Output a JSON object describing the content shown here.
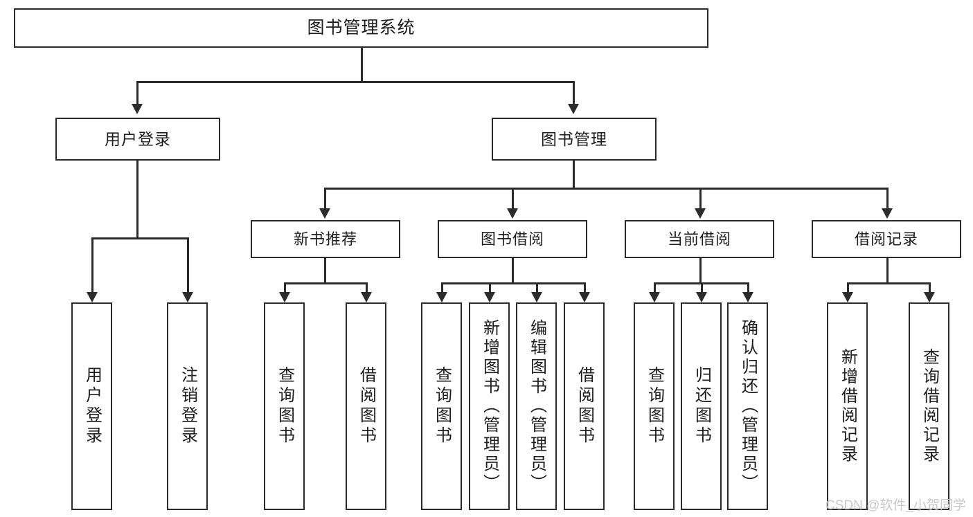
{
  "diagram": {
    "type": "tree-hierarchy",
    "title": "图书管理系统",
    "orientation": "top-down",
    "colors": {
      "stroke": "#2b2b2b",
      "fill": "#ffffff",
      "text": "#1d1d1d",
      "watermark": "#c9c9c9"
    },
    "root": {
      "label": "图书管理系统"
    },
    "level1": [
      {
        "key": "user_login",
        "label": "用户登录"
      },
      {
        "key": "book_manage",
        "label": "图书管理"
      }
    ],
    "level2": [
      {
        "key": "new_book_rec",
        "label": "新书推荐",
        "parent": "book_manage"
      },
      {
        "key": "book_borrow",
        "label": "图书借阅",
        "parent": "book_manage"
      },
      {
        "key": "current_borrow",
        "label": "当前借阅",
        "parent": "book_manage"
      },
      {
        "key": "borrow_record",
        "label": "借阅记录",
        "parent": "book_manage"
      }
    ],
    "leaves": {
      "user_login": [
        {
          "label": "用户登录"
        },
        {
          "label": "注销登录"
        }
      ],
      "new_book_rec": [
        {
          "label": "查询图书"
        },
        {
          "label": "借阅图书"
        }
      ],
      "book_borrow": [
        {
          "label": "查询图书"
        },
        {
          "label": "新增图书（管理员）"
        },
        {
          "label": "编辑图书（管理员）"
        },
        {
          "label": "借阅图书"
        }
      ],
      "current_borrow": [
        {
          "label": "查询图书"
        },
        {
          "label": "归还图书"
        },
        {
          "label": "确认归还（管理员）"
        }
      ],
      "borrow_record": [
        {
          "label": "新增借阅记录"
        },
        {
          "label": "查询借阅记录"
        }
      ]
    }
  },
  "watermark": {
    "text": "CSDN @软件_小贺同学"
  }
}
